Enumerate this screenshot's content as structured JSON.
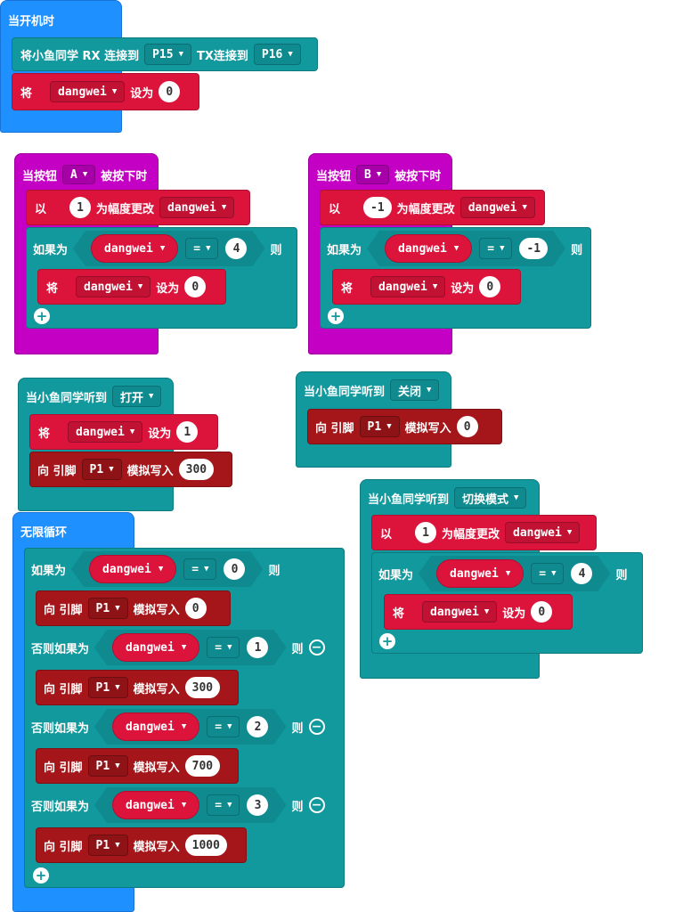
{
  "on_start": {
    "hat": "当开机时",
    "connect": {
      "prefix": "将小鱼同学 RX 连接到",
      "rx_pin": "P15",
      "tx_label": "TX连接到",
      "tx_pin": "P16"
    },
    "set": {
      "prefix": "将",
      "var": "dangwei",
      "mid": "设为",
      "value": "0"
    }
  },
  "button_a": {
    "hat": "当按钮",
    "button": "A",
    "hat_suffix": "被按下时",
    "change": {
      "prefix": "以",
      "value": "1",
      "mid": "为幅度更改",
      "var": "dangwei"
    },
    "if": {
      "label": "如果为",
      "var": "dangwei",
      "op": "=",
      "value": "4",
      "then": "则"
    },
    "set": {
      "prefix": "将",
      "var": "dangwei",
      "mid": "设为",
      "value": "0"
    }
  },
  "button_b": {
    "hat": "当按钮",
    "button": "B",
    "hat_suffix": "被按下时",
    "change": {
      "prefix": "以",
      "value": "-1",
      "mid": "为幅度更改",
      "var": "dangwei"
    },
    "if": {
      "label": "如果为",
      "var": "dangwei",
      "op": "=",
      "value": "-1",
      "then": "则"
    },
    "set": {
      "prefix": "将",
      "var": "dangwei",
      "mid": "设为",
      "value": "0"
    }
  },
  "hear_open": {
    "hat": "当小鱼同学听到",
    "cmd": "打开",
    "set": {
      "prefix": "将",
      "var": "dangwei",
      "mid": "设为",
      "value": "1"
    },
    "write": {
      "prefix": "向 引脚",
      "pin": "P1",
      "mid": "模拟写入",
      "value": "300"
    }
  },
  "hear_close": {
    "hat": "当小鱼同学听到",
    "cmd": "关闭",
    "write": {
      "prefix": "向 引脚",
      "pin": "P1",
      "mid": "模拟写入",
      "value": "0"
    }
  },
  "hear_toggle": {
    "hat": "当小鱼同学听到",
    "cmd": "切换模式",
    "change": {
      "prefix": "以",
      "value": "1",
      "mid": "为幅度更改",
      "var": "dangwei"
    },
    "if": {
      "label": "如果为",
      "var": "dangwei",
      "op": "=",
      "value": "4",
      "then": "则"
    },
    "set": {
      "prefix": "将",
      "var": "dangwei",
      "mid": "设为",
      "value": "0"
    }
  },
  "forever": {
    "hat": "无限循环",
    "if_label": "如果为",
    "elif_label": "否则如果为",
    "then": "则",
    "var": "dangwei",
    "op": "=",
    "write_prefix": "向 引脚",
    "pin": "P1",
    "write_mid": "模拟写入",
    "branches": [
      {
        "cond": "0",
        "out": "0"
      },
      {
        "cond": "1",
        "out": "300"
      },
      {
        "cond": "2",
        "out": "700"
      },
      {
        "cond": "3",
        "out": "1000"
      }
    ]
  },
  "icons": {
    "dropdown": "caret-down-icon",
    "add": "plus-circle-icon",
    "remove": "minus-circle-icon"
  },
  "colors": {
    "basic": "#1E90FF",
    "fish": "#11999E",
    "variables": "#DC143C",
    "pins": "#A4161A",
    "input": "#C400C4"
  }
}
